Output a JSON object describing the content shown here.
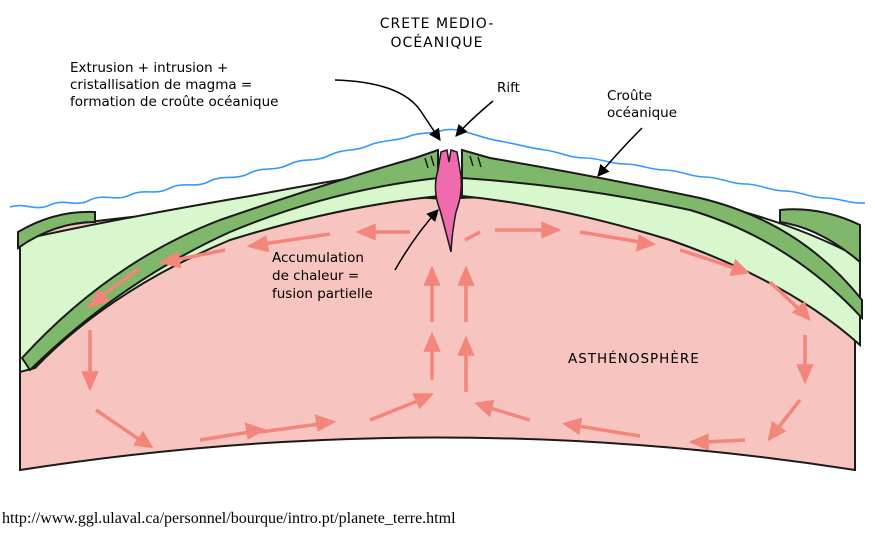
{
  "labels": {
    "ridge_line1": "CRETE MEDIO-",
    "ridge_line2": "OCÉANIQUE",
    "extrusion_line1": "Extrusion + intrusion +",
    "extrusion_line2": "cristallisation de magma =",
    "extrusion_line3": "formation de croûte océanique",
    "rift": "Rift",
    "crust_line1": "Croûte",
    "crust_line2": "océanique",
    "heat_line1": "Accumulation",
    "heat_line2": "de chaleur =",
    "heat_line3": "fusion partielle",
    "asthenosphere": "ASTHÉNOSPHÈRE"
  },
  "source_url": "http://www.ggl.ulaval.ca/personnel/bourque/intro.pt/planete_terre.html",
  "colors": {
    "sea_line": "#3399ff",
    "crust_fill": "#7fb86a",
    "crust_stroke": "#1f3a18",
    "lithosphere_fill": "#d9f7cc",
    "asthenosphere_fill": "#f7c4c0",
    "convection_arrow": "#f4857a",
    "magma_fill": "#f06aae",
    "outline": "#1a1a1a"
  }
}
